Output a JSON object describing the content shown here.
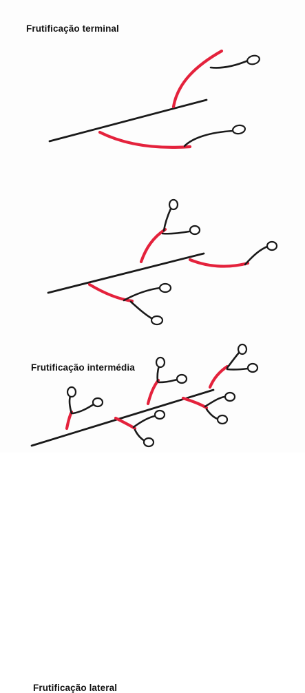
{
  "titles": {
    "terminal": "Frutificação terminal",
    "intermediate": "Frutificação intermédia",
    "lateral": "Frutificação lateral"
  },
  "colors": {
    "background": "#fdfdfd",
    "main_stem": "#1a1a1a",
    "fruiting_shoot": "#e4223c",
    "bud_outline": "#1a1a1a"
  }
}
